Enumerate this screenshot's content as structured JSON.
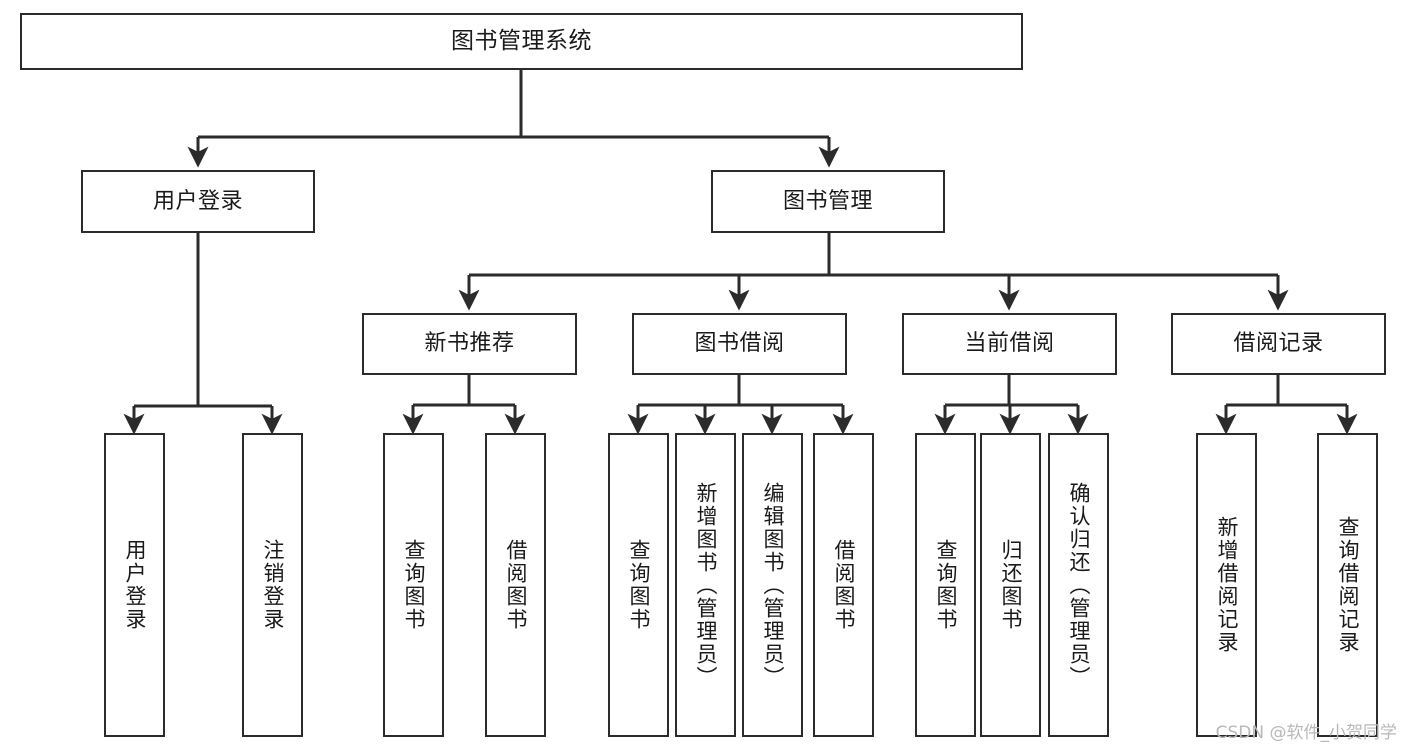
{
  "diagram": {
    "title": "图书管理系统",
    "type": "tree-hierarchy",
    "watermark": "CSDN @软件_小贺同学",
    "line_color": "#2b2b2b",
    "box_fill": "#ffffff",
    "box_border": "#2b2b2b",
    "text_color": "#1a1a1a",
    "root": {
      "label": "图书管理系统"
    },
    "level1": [
      {
        "label": "用户登录"
      },
      {
        "label": "图书管理"
      }
    ],
    "level2": [
      {
        "label": "新书推荐"
      },
      {
        "label": "图书借阅"
      },
      {
        "label": "当前借阅"
      },
      {
        "label": "借阅记录"
      }
    ],
    "leaves": {
      "user_login": [
        {
          "label": "用户登录"
        },
        {
          "label": "注销登录"
        }
      ],
      "new_book_recommend": [
        {
          "label": "查询图书"
        },
        {
          "label": "借阅图书"
        }
      ],
      "book_borrow": [
        {
          "label": "查询图书"
        },
        {
          "label": "新增图书（管理员）"
        },
        {
          "label": "编辑图书（管理员）"
        },
        {
          "label": "借阅图书"
        }
      ],
      "current_borrow": [
        {
          "label": "查询图书"
        },
        {
          "label": "归还图书"
        },
        {
          "label": "确认归还（管理员）"
        }
      ],
      "borrow_record": [
        {
          "label": "新增借阅记录"
        },
        {
          "label": "查询借阅记录"
        }
      ]
    }
  }
}
